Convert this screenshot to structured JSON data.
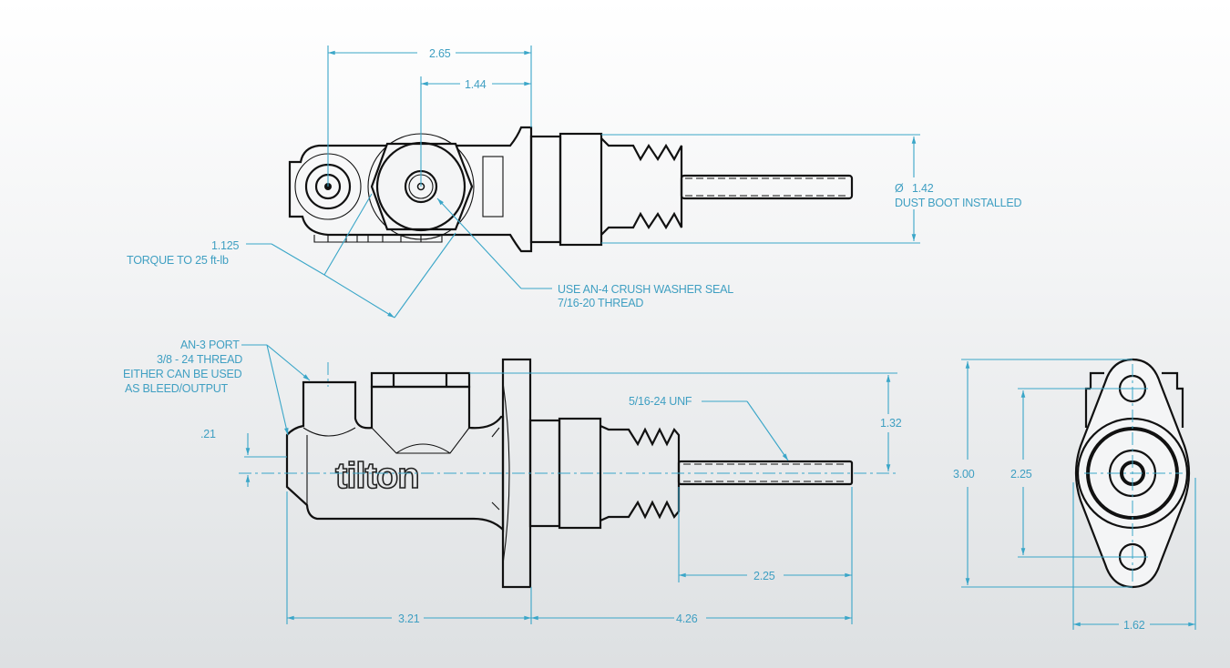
{
  "brand": "tilton",
  "top_view": {
    "dim_overall": "2.65",
    "dim_port": "1.44",
    "diameter_symbol": "Ø",
    "diameter_value": "1.42",
    "diameter_note": "DUST BOOT INSTALLED",
    "hex_size": "1.125",
    "hex_note": "TORQUE TO 25 ft-lb",
    "port_note_1": "USE AN-4 CRUSH WASHER SEAL",
    "port_note_2": "7/16-20 THREAD"
  },
  "side_view": {
    "port_note": [
      "AN-3 PORT",
      "3/8 - 24 THREAD",
      "EITHER CAN BE USED",
      "AS BLEED/OUTPUT"
    ],
    "dim_offset": ".21",
    "dim_height": "1.32",
    "thread_note": "5/16-24 UNF",
    "dim_rod": "2.25",
    "dim_body": "3.21",
    "dim_pushrod": "4.26"
  },
  "end_view": {
    "dim_height": "3.00",
    "dim_bolt_spacing": "2.25",
    "dim_width": "1.62"
  },
  "colors": {
    "dimension": "#3aa6c8",
    "outline": "#111111"
  }
}
